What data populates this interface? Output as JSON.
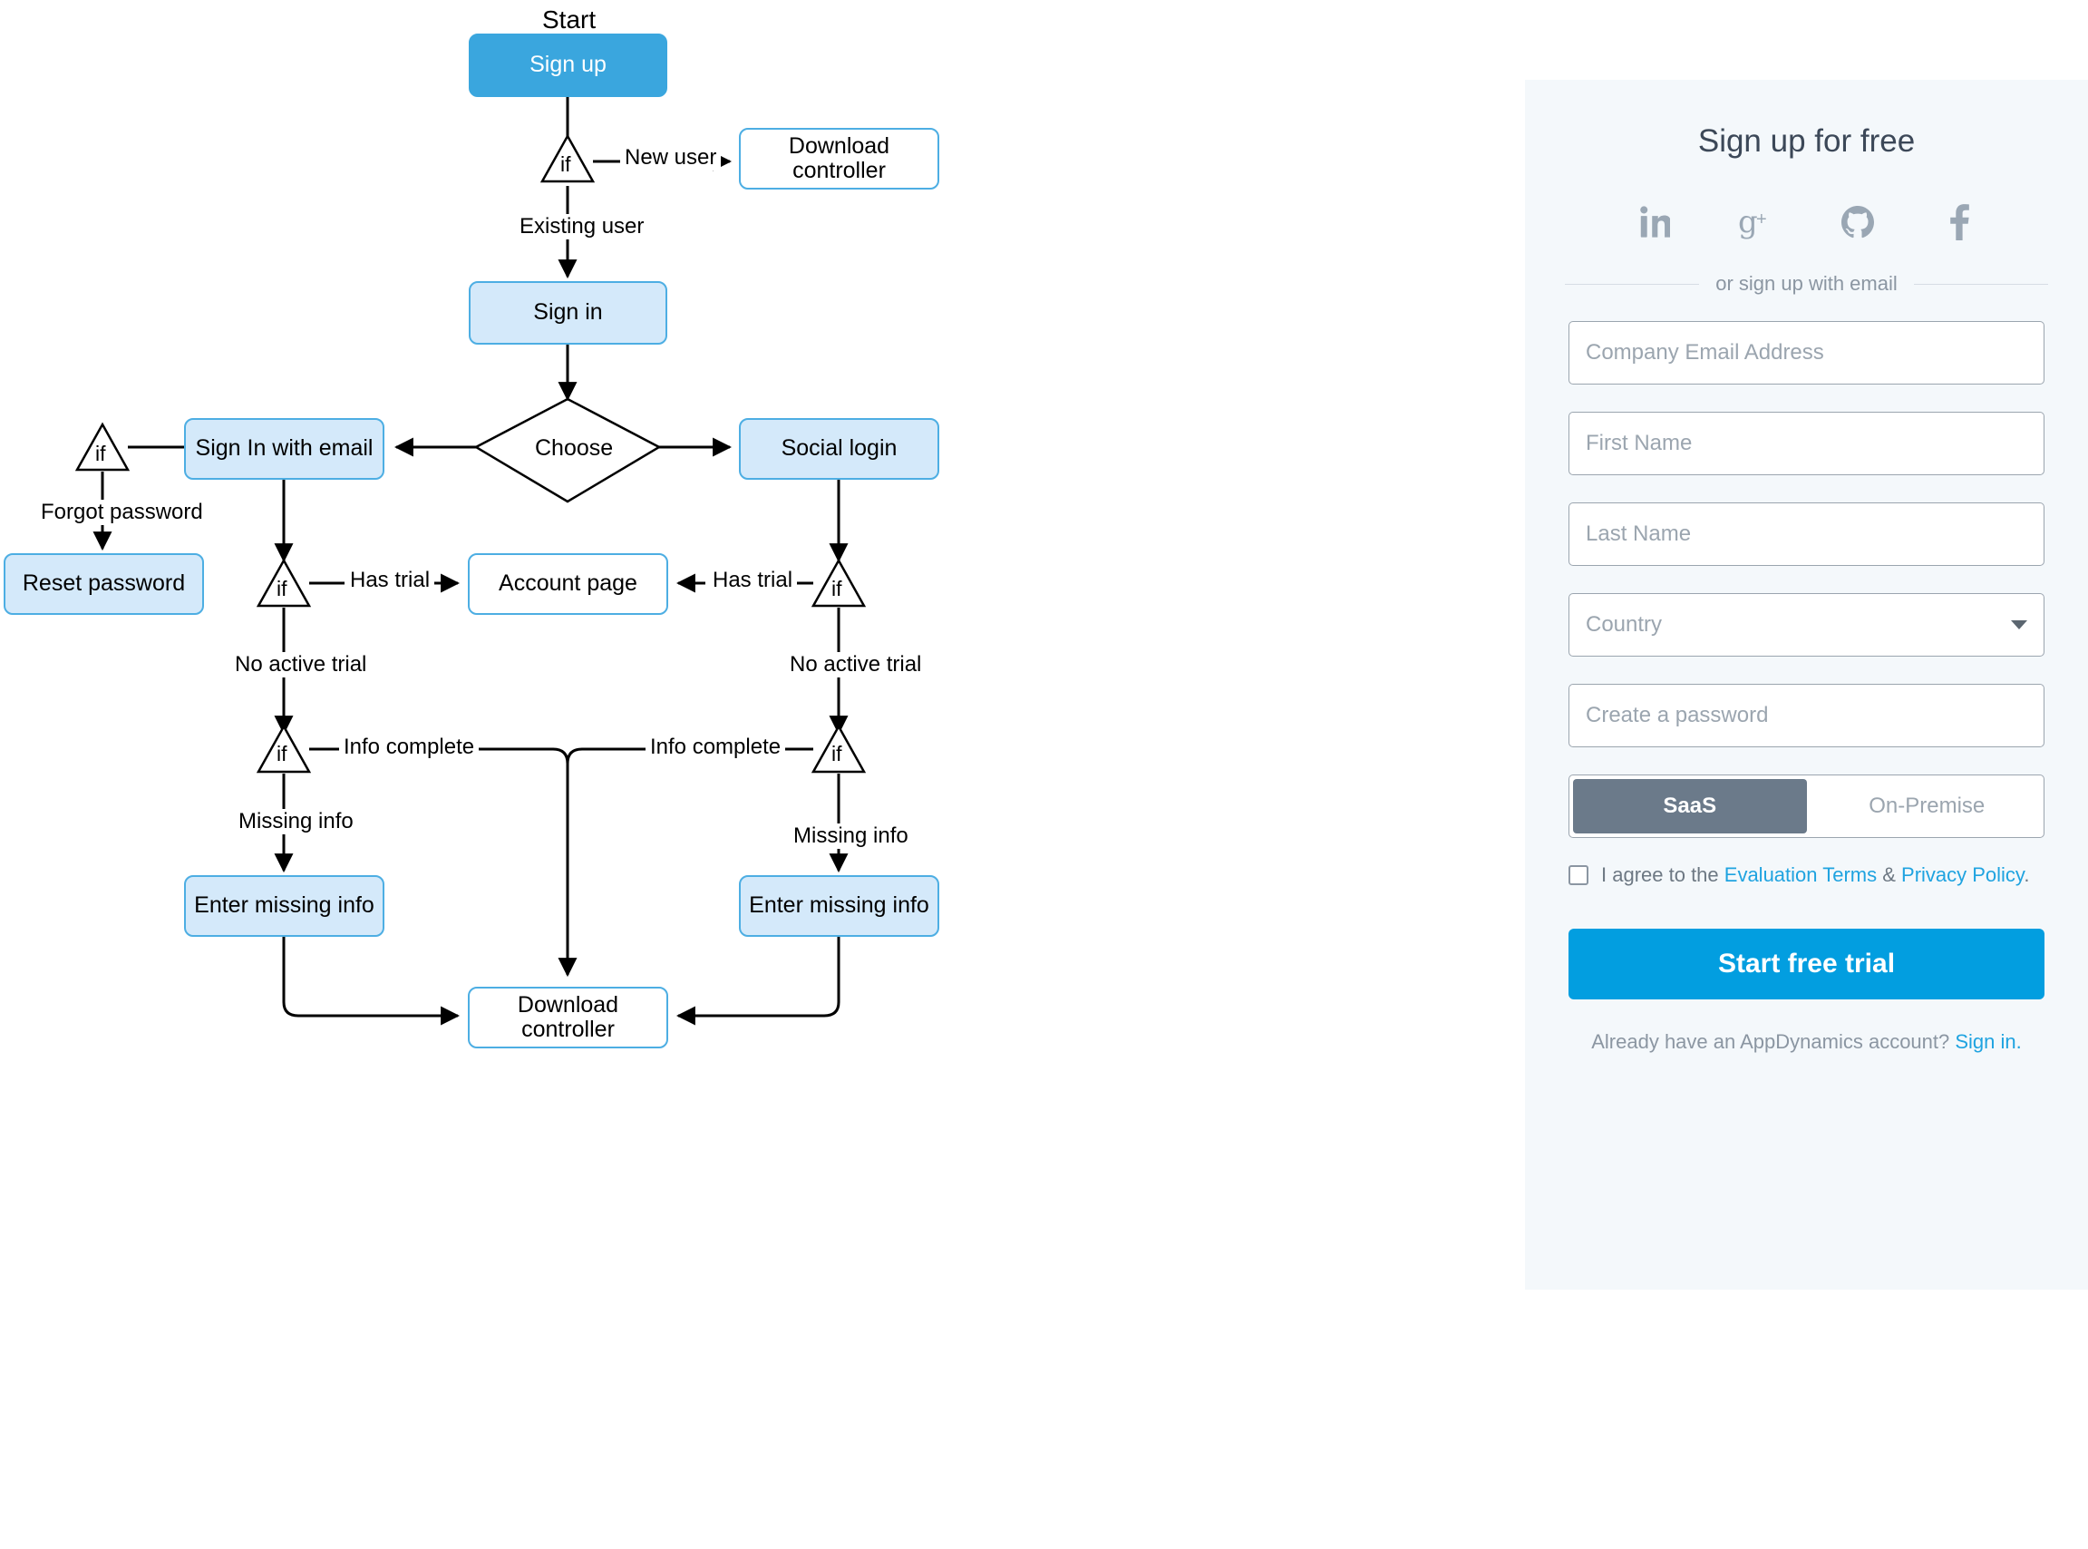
{
  "flowchart": {
    "start_label": "Start",
    "nodes": {
      "sign_up": "Sign up",
      "download_controller_top": "Download controller",
      "sign_in": "Sign in",
      "choose": "Choose",
      "sign_in_with_email": "Sign In with email",
      "social_login": "Social login",
      "reset_password": "Reset password",
      "account_page": "Account page",
      "enter_missing_info_left": "Enter missing info",
      "enter_missing_info_right": "Enter missing info",
      "download_controller_bottom": "Download controller"
    },
    "decision_glyph": "if",
    "decisions": [
      "if-signup",
      "if-forgot-password",
      "if-trial-left",
      "if-trial-right",
      "if-info-left",
      "if-info-right"
    ],
    "edge_labels": {
      "new_user": "New user",
      "existing_user": "Existing user",
      "forgot_password": "Forgot password",
      "has_trial_left": "Has trial",
      "has_trial_right": "Has trial",
      "no_active_trial_left": "No active trial",
      "no_active_trial_right": "No active trial",
      "info_complete_left": "Info complete",
      "info_complete_right": "Info complete",
      "missing_info_left": "Missing info",
      "missing_info_right": "Missing info"
    },
    "colors": {
      "accent_dark": "#3AA6DE",
      "fill_light": "#D4E9FA",
      "border_blue": "#4DAEE3",
      "line": "#000000"
    }
  },
  "signup_panel": {
    "title": "Sign up for free",
    "social_logins": [
      {
        "name": "linkedin-icon",
        "label": "in"
      },
      {
        "name": "google-plus-icon",
        "label": "g+"
      },
      {
        "name": "github-icon",
        "label": "GitHub"
      },
      {
        "name": "facebook-icon",
        "label": "f"
      }
    ],
    "divider_text": "or sign up with email",
    "fields": [
      {
        "name": "company-email-field",
        "placeholder": "Company Email Address",
        "value": "",
        "type": "text"
      },
      {
        "name": "first-name-field",
        "placeholder": "First Name",
        "value": "",
        "type": "text"
      },
      {
        "name": "last-name-field",
        "placeholder": "Last Name",
        "value": "",
        "type": "text"
      },
      {
        "name": "country-select",
        "placeholder": "Country",
        "value": "",
        "type": "select"
      },
      {
        "name": "password-field",
        "placeholder": "Create a password",
        "value": "",
        "type": "password"
      }
    ],
    "deployment_toggle": {
      "options": [
        "SaaS",
        "On-Premise"
      ],
      "selected": "SaaS"
    },
    "terms": {
      "checked": false,
      "prefix": "I agree to the ",
      "link1": "Evaluation Terms",
      "conjunction": " & ",
      "link2": "Privacy Policy",
      "suffix": "."
    },
    "cta_label": "Start free trial",
    "footer": {
      "text": "Already have an AppDynamics account? ",
      "link": "Sign in."
    },
    "colors": {
      "panel_bg": "#F4F8FB",
      "cta": "#029EE0",
      "toggle_active": "#6B7A8A",
      "link": "#1fa3e0"
    }
  }
}
